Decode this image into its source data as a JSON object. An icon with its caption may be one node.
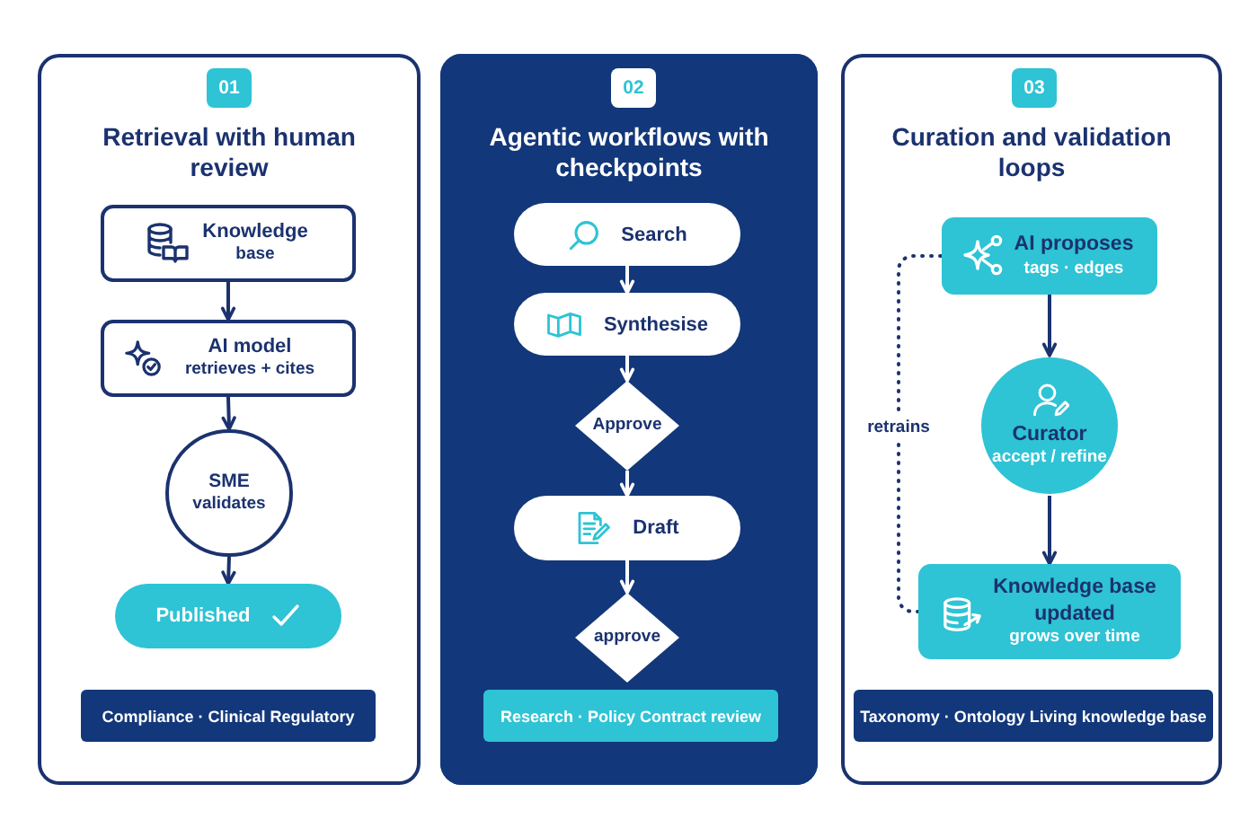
{
  "diagram": {
    "nodes": [
      {
        "text": [
          "Retrieval with human review"
        ]
      },
      {
        "text": [
          "01"
        ],
        "in": 0
      },
      {
        "text": [
          "Knowledge",
          "base"
        ],
        "in": 0
      },
      {
        "text": [
          "AI model",
          "retrieves + cites"
        ],
        "in": 0
      },
      {
        "text": [
          "SME",
          "validates"
        ],
        "in": 0
      },
      {
        "text": [
          "Published"
        ],
        "in": 0
      },
      {
        "text": [
          "Compliance · Clinical Regulatory"
        ],
        "in": 0
      },
      {
        "text": [
          "Agentic workflows with checkpoints"
        ]
      },
      {
        "text": [
          "02"
        ],
        "in": 7
      },
      {
        "text": [
          "Search"
        ],
        "in": 7
      },
      {
        "text": [
          "Synthesise"
        ],
        "in": 7
      },
      {
        "text": [
          "Approve"
        ],
        "in": 7
      },
      {
        "text": [
          "Draft"
        ],
        "in": 7
      },
      {
        "text": [
          "approve"
        ],
        "in": 7
      },
      {
        "text": [
          "Research · Policy Contract review"
        ],
        "in": 7
      },
      {
        "text": [
          "Curation and validation loops"
        ]
      },
      {
        "text": [
          "03"
        ],
        "in": 15
      },
      {
        "text": [
          "AI proposes",
          "tags · edges"
        ],
        "in": 15
      },
      {
        "text": [
          "Curator",
          "accept / refine"
        ],
        "in": 15
      },
      {
        "text": [
          "Knowledge base updated",
          "grows over time"
        ],
        "in": 15
      },
      {
        "text": [
          "Taxonomy · Ontology Living knowledge base"
        ],
        "in": 15
      }
    ],
    "edges": [
      {
        "from": 2,
        "to": 3,
        "arrow": "to"
      },
      {
        "from": 3,
        "to": 4,
        "arrow": "to"
      },
      {
        "from": 4,
        "to": 5,
        "arrow": "to"
      },
      {
        "from": 9,
        "to": 10,
        "arrow": "to",
        "color": "#ffffff"
      },
      {
        "from": 10,
        "to": 11,
        "arrow": "to",
        "color": "#ffffff"
      },
      {
        "from": 11,
        "to": 12,
        "arrow": "to",
        "color": "#ffffff"
      },
      {
        "from": 12,
        "to": 13,
        "arrow": "to",
        "color": "#ffffff"
      },
      {
        "from": 17,
        "to": 18,
        "arrow": "to"
      },
      {
        "from": 18,
        "to": 19,
        "arrow": "to"
      },
      {
        "from": 19,
        "to": 17,
        "arrow": "none",
        "style": "dashed",
        "label": "retrains"
      }
    ]
  }
}
